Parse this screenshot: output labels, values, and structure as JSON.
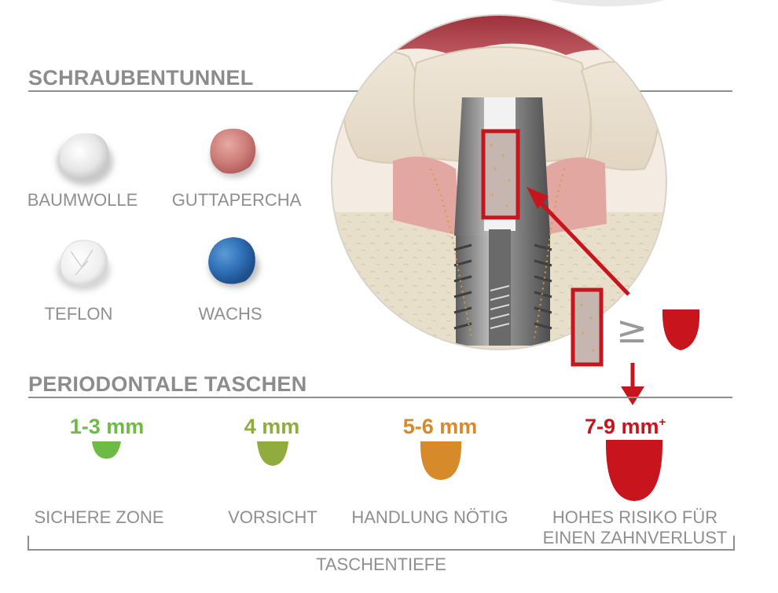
{
  "colors": {
    "text_gray": "#8f8f8f",
    "safe": "#6dbb45",
    "caution": "#8fac3c",
    "action": "#d68a2a",
    "risk": "#c8141c"
  },
  "screw_tunnel": {
    "heading": "SCHRAUBENTUNNEL",
    "materials": [
      {
        "label": "BAUMWOLLE",
        "icon": "cotton-icon"
      },
      {
        "label": "GUTTAPERCHA",
        "icon": "gutta-percha-icon"
      },
      {
        "label": "TEFLON",
        "icon": "teflon-icon"
      },
      {
        "label": "WACHS",
        "icon": "wax-icon"
      }
    ]
  },
  "illustration": {
    "comparison_symbol": "≥"
  },
  "pockets": {
    "heading": "PERIODONTALE TASCHEN",
    "axis_label": "TASCHENTIEFE",
    "levels": [
      {
        "depth": "1-3 mm",
        "label": "SICHERE ZONE"
      },
      {
        "depth": "4 mm",
        "label": "VORSICHT"
      },
      {
        "depth": "5-6 mm",
        "label": "HANDLUNG NÖTIG"
      },
      {
        "depth": "7-9 mm",
        "depth_sup": "+",
        "label_line1": "HOHES RISIKO FÜR",
        "label_line2": "EINEN ZAHNVERLUST"
      }
    ]
  }
}
